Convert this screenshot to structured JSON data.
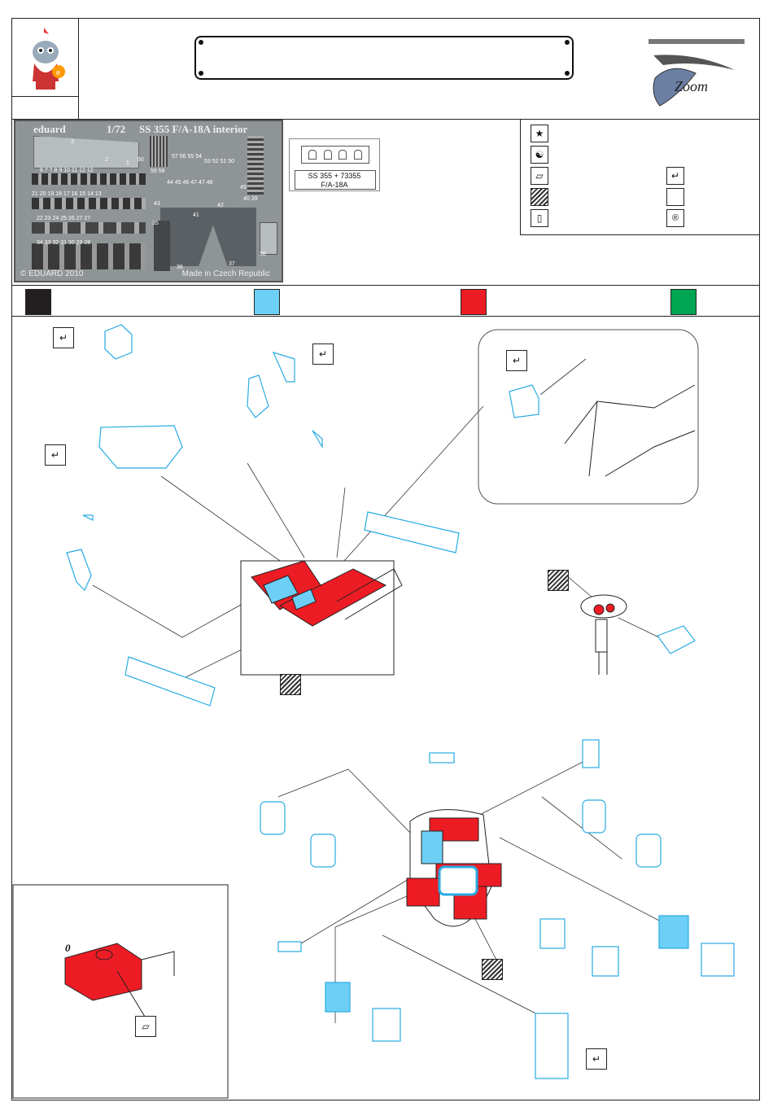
{
  "fret": {
    "brand": "eduard",
    "scale": "1/72",
    "title": "SS 355  F/A-18A interior",
    "copyright": "© EDUARD 2010",
    "made_in": "Made in Czech Republic",
    "row_numbers": [
      "3",
      "2",
      "1",
      "60",
      "57 56 55 54",
      "53  52 51 50",
      "59 58",
      "6   7   7   8   9   10   11   12   12",
      "21    20   19   18   17  16   15   14  13",
      "44   45   46   47   47   48",
      "49",
      "43",
      "42",
      "41",
      "40  39",
      "22   23   24   25   26   27   27",
      "34    33    32    31  30 29 28",
      "35",
      "36",
      "37",
      "38"
    ]
  },
  "product_label": {
    "code": "SS 355 + 73355",
    "name": "F/A-18A"
  },
  "colors": {
    "black": "#231f20",
    "blue": "#6dcff6",
    "red": "#ed1c24",
    "green": "#00a651"
  },
  "legend_icons": [
    "star-icon",
    "yin-yang-icon",
    "bend-icon",
    "fold-arrow-icon",
    "hatched-panel-icon",
    "blank-box-icon",
    "cylinder-icon",
    "registered-icon"
  ],
  "inset_label": "0"
}
